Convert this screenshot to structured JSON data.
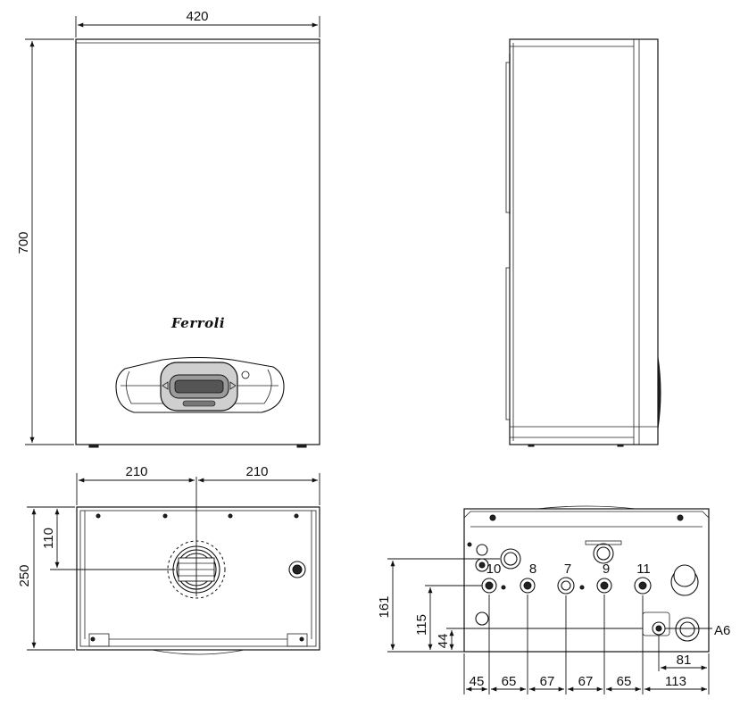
{
  "front_view": {
    "brand": "Ferroli",
    "width": "420",
    "height": "700"
  },
  "top_view": {
    "left_width": "210",
    "right_width": "210",
    "depth_to_flue": "110",
    "depth": "250"
  },
  "bottom_view": {
    "connections": [
      "10",
      "8",
      "7",
      "9",
      "11"
    ],
    "gas_label": "A6",
    "vertical_dims": [
      "161",
      "115",
      "44"
    ],
    "spacing_dims": [
      "45",
      "65",
      "67",
      "67",
      "65",
      "113"
    ],
    "offset_81": "81"
  }
}
